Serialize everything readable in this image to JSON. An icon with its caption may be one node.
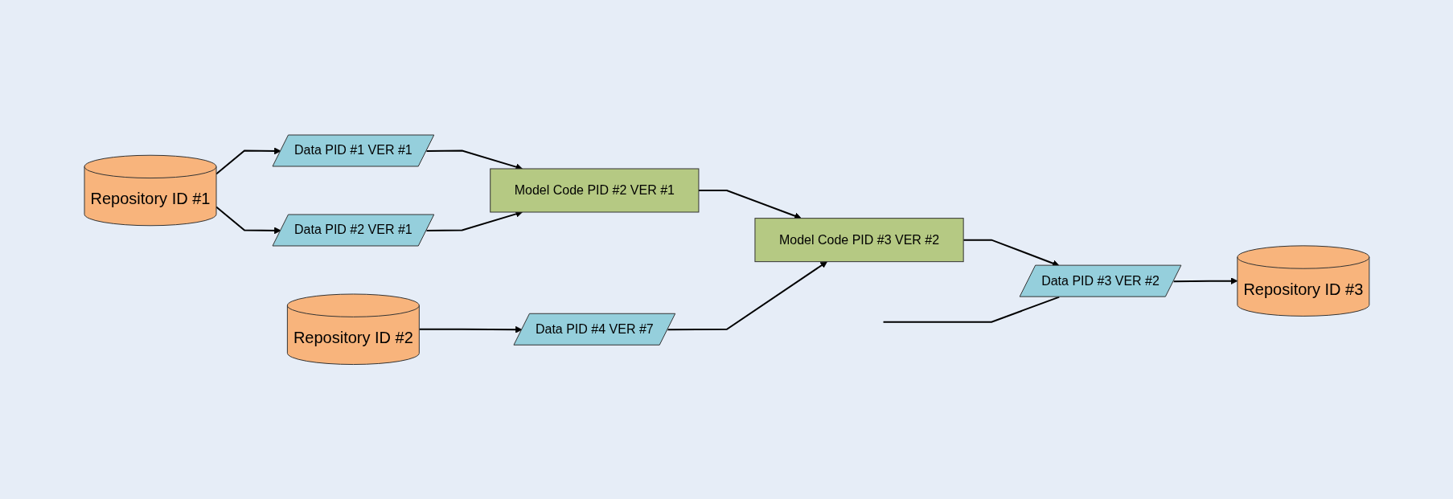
{
  "diagram": {
    "nodes": [
      {
        "text": [
          "Repository ID #1"
        ]
      },
      {
        "text": [
          "Data PID #1 VER #1"
        ]
      },
      {
        "text": [
          "Data PID #2 VER #1"
        ]
      },
      {
        "text": [
          "Model Code PID #2 VER #1"
        ]
      },
      {
        "text": [
          "Model Code PID #3 VER #2"
        ]
      },
      {
        "text": [
          "Data PID #3 VER #2"
        ]
      },
      {
        "text": [
          "Data PID #4 VER #7"
        ]
      },
      {
        "text": [
          "Repository ID #2"
        ]
      },
      {
        "text": [
          "Repository ID #3"
        ]
      }
    ],
    "edges": [
      {
        "from": 0,
        "to": 1,
        "arrow": "to"
      },
      {
        "from": 0,
        "to": 2,
        "arrow": "to"
      },
      {
        "from": 1,
        "to": 3,
        "arrow": "to"
      },
      {
        "from": 2,
        "to": 3,
        "arrow": "to"
      },
      {
        "from": 3,
        "to": 4,
        "arrow": "to"
      },
      {
        "from": 6,
        "to": 4,
        "arrow": "to"
      },
      {
        "from": 4,
        "to": 5,
        "arrow": "to"
      },
      {
        "from": null,
        "to": 5,
        "arrow": "none"
      },
      {
        "from": 5,
        "to": 8,
        "arrow": "to"
      },
      {
        "from": 7,
        "to": 6,
        "arrow": "to"
      }
    ]
  }
}
